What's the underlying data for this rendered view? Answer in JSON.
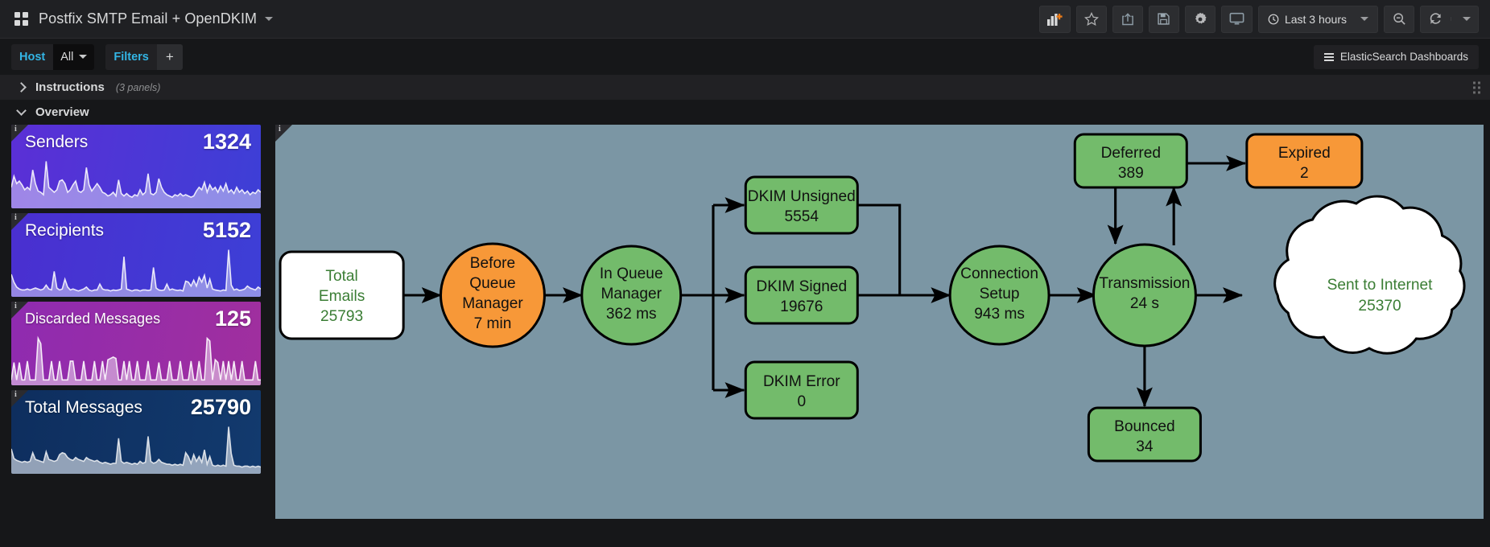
{
  "topnav": {
    "logo_icon": "grid-logo",
    "title": "Postfix SMTP Email + OpenDKIM",
    "title_caret": "▾",
    "buttons": [
      {
        "name": "add-panel-button",
        "icon": "bar-chart-plus-icon",
        "label": ""
      },
      {
        "name": "star-button",
        "icon": "star-icon",
        "label": ""
      },
      {
        "name": "share-button",
        "icon": "share-icon",
        "label": ""
      },
      {
        "name": "save-button",
        "icon": "save-disk-icon",
        "label": ""
      },
      {
        "name": "settings-button",
        "icon": "gear-icon",
        "label": ""
      },
      {
        "name": "tv-mode-button",
        "icon": "monitor-icon",
        "label": ""
      }
    ],
    "time_picker": {
      "icon": "clock-icon",
      "label": "Last 3 hours",
      "caret": "▾"
    },
    "zoom_out_icon": "magnifier-minus-icon",
    "refresh_icon": "refresh-icon",
    "refresh_caret": "▾"
  },
  "subnav": {
    "variable": {
      "label": "Host",
      "value": "All",
      "caret": "▾"
    },
    "filters": {
      "label": "Filters",
      "add": "+"
    },
    "elastic_link": {
      "icon": "hamburger-icon",
      "label": "ElasticSearch Dashboards"
    }
  },
  "rows": [
    {
      "title": "Instructions",
      "meta": "(3 panels)",
      "collapsed": true
    },
    {
      "title": "Overview",
      "meta": "",
      "collapsed": false
    }
  ],
  "stat_panels": [
    {
      "name": "Senders",
      "value": "1324",
      "color_from": "#5b2fd6",
      "color_to": "#3d3fd6",
      "spark_fill": "rgba(255,255,255,0.42)",
      "spark_stroke": "rgba(255,255,255,0.85)",
      "spark": [
        34,
        52,
        40,
        44,
        38,
        30,
        34,
        30,
        62,
        40,
        28,
        26,
        22,
        76,
        34,
        30,
        26,
        30,
        44,
        46,
        40,
        26,
        30,
        38,
        44,
        28,
        26,
        30,
        66,
        38,
        28,
        34,
        40,
        34,
        26,
        24,
        20,
        22,
        26,
        20,
        46,
        24,
        20,
        24,
        20,
        18,
        22,
        20,
        30,
        22,
        26,
        56,
        24,
        22,
        26,
        48,
        34,
        26,
        22,
        20,
        18,
        22,
        20,
        24,
        20,
        22,
        20,
        18,
        20,
        28,
        34,
        30,
        42,
        26,
        38,
        30,
        34,
        26,
        36,
        28,
        40,
        26,
        30,
        24,
        34,
        26,
        30,
        24,
        28,
        22,
        26,
        24,
        30,
        26
      ]
    },
    {
      "name": "Recipients",
      "value": "5152",
      "color_from": "#4a2fd0",
      "color_to": "#3d3fd6",
      "spark_fill": "rgba(255,255,255,0.42)",
      "spark_stroke": "rgba(255,255,255,0.85)",
      "spark": [
        46,
        30,
        20,
        16,
        14,
        14,
        16,
        14,
        16,
        18,
        16,
        14,
        16,
        24,
        16,
        14,
        52,
        18,
        14,
        16,
        36,
        20,
        14,
        16,
        14,
        12,
        14,
        16,
        20,
        14,
        12,
        14,
        14,
        26,
        16,
        14,
        14,
        12,
        14,
        13,
        14,
        16,
        82,
        16,
        14,
        12,
        14,
        14,
        12,
        14,
        14,
        13,
        14,
        60,
        18,
        14,
        13,
        14,
        26,
        14,
        16,
        14,
        13,
        14,
        12,
        32,
        30,
        22,
        34,
        22,
        40,
        30,
        44,
        18,
        36,
        16,
        14,
        13,
        12,
        14,
        13,
        96,
        24,
        14,
        16,
        13,
        14,
        16,
        22,
        18,
        16,
        14,
        20,
        16
      ]
    },
    {
      "name": "Discarded Messages",
      "value": "125",
      "color_from": "#8f2bb0",
      "color_to": "#a02f9e",
      "spark_fill": "rgba(255,255,255,0.45)",
      "spark_stroke": "rgba(255,255,255,0.88)",
      "spark": [
        8,
        34,
        8,
        34,
        8,
        8,
        36,
        8,
        8,
        8,
        70,
        62,
        8,
        8,
        8,
        36,
        8,
        8,
        36,
        8,
        8,
        8,
        36,
        36,
        8,
        8,
        8,
        36,
        8,
        8,
        8,
        36,
        8,
        8,
        36,
        8,
        38,
        40,
        42,
        40,
        8,
        8,
        36,
        8,
        36,
        8,
        8,
        36,
        8,
        8,
        8,
        36,
        8,
        8,
        8,
        34,
        8,
        8,
        8,
        36,
        8,
        8,
        8,
        36,
        8,
        8,
        8,
        36,
        8,
        8,
        36,
        8,
        8,
        70,
        66,
        8,
        38,
        34,
        8,
        36,
        8,
        36,
        8,
        36,
        8,
        8,
        36,
        8,
        8,
        8,
        8,
        36,
        8,
        8
      ]
    },
    {
      "name": "Total Messages",
      "value": "25790",
      "color_from": "#0e2e5e",
      "color_to": "#123a6e",
      "spark_fill": "rgba(255,255,255,0.55)",
      "spark_stroke": "rgba(255,255,255,0.78)",
      "spark": [
        52,
        32,
        28,
        26,
        24,
        26,
        24,
        26,
        44,
        30,
        28,
        26,
        24,
        46,
        30,
        28,
        26,
        28,
        40,
        44,
        42,
        34,
        30,
        28,
        34,
        30,
        28,
        26,
        34,
        30,
        28,
        26,
        28,
        24,
        22,
        24,
        22,
        20,
        22,
        22,
        74,
        26,
        22,
        24,
        22,
        20,
        22,
        20,
        26,
        22,
        24,
        78,
        26,
        22,
        24,
        30,
        24,
        22,
        20,
        20,
        18,
        20,
        18,
        20,
        18,
        44,
        36,
        22,
        40,
        26,
        36,
        24,
        50,
        20,
        36,
        18,
        16,
        18,
        16,
        18,
        16,
        98,
        42,
        18,
        16,
        16,
        14,
        16,
        16,
        14,
        16,
        14,
        16,
        14
      ]
    }
  ],
  "diagram": {
    "background": "#7b96a4",
    "node_green": "#73bb6b",
    "node_orange": "#f79838",
    "node_white": "#ffffff",
    "text_green": "#3a7d34",
    "nodes": [
      {
        "id": "total-emails",
        "shape": "rounded-rect",
        "fill": "white",
        "lines": [
          "Total",
          "Emails",
          "25793"
        ],
        "text_color": "green"
      },
      {
        "id": "before-queue",
        "shape": "circle",
        "fill": "orange",
        "lines": [
          "Before",
          "Queue",
          "Manager",
          "7 min"
        ],
        "text_color": "black"
      },
      {
        "id": "in-queue-manager",
        "shape": "circle",
        "fill": "green",
        "lines": [
          "In Queue",
          "Manager",
          "362 ms"
        ],
        "text_color": "black"
      },
      {
        "id": "dkim-unsigned",
        "shape": "rounded-rect",
        "fill": "green",
        "lines": [
          "DKIM Unsigned",
          "5554"
        ],
        "text_color": "black"
      },
      {
        "id": "dkim-signed",
        "shape": "rounded-rect",
        "fill": "green",
        "lines": [
          "DKIM Signed",
          "19676"
        ],
        "text_color": "black"
      },
      {
        "id": "dkim-error",
        "shape": "rounded-rect",
        "fill": "green",
        "lines": [
          "DKIM Error",
          "0"
        ],
        "text_color": "black"
      },
      {
        "id": "connection-setup",
        "shape": "circle",
        "fill": "green",
        "lines": [
          "Connection",
          "Setup",
          "943 ms"
        ],
        "text_color": "black"
      },
      {
        "id": "transmission",
        "shape": "circle",
        "fill": "green",
        "lines": [
          "Transmission",
          "24 s"
        ],
        "text_color": "black"
      },
      {
        "id": "deferred",
        "shape": "rounded-rect",
        "fill": "green",
        "lines": [
          "Deferred",
          "389"
        ],
        "text_color": "black"
      },
      {
        "id": "expired",
        "shape": "rounded-rect",
        "fill": "orange",
        "lines": [
          "Expired",
          "2"
        ],
        "text_color": "black"
      },
      {
        "id": "bounced",
        "shape": "rounded-rect",
        "fill": "green",
        "lines": [
          "Bounced",
          "34"
        ],
        "text_color": "black"
      },
      {
        "id": "sent-to-internet",
        "shape": "cloud",
        "fill": "white",
        "lines": [
          "Sent to Internet",
          "25370"
        ],
        "text_color": "green"
      }
    ],
    "labels": {
      "total_emails_l1": "Total",
      "total_emails_l2": "Emails",
      "total_emails_l3": "25793",
      "before_queue_l1": "Before",
      "before_queue_l2": "Queue",
      "before_queue_l3": "Manager",
      "before_queue_l4": "7 min",
      "in_queue_l1": "In Queue",
      "in_queue_l2": "Manager",
      "in_queue_l3": "362 ms",
      "dkim_unsigned_l1": "DKIM Unsigned",
      "dkim_unsigned_l2": "5554",
      "dkim_signed_l1": "DKIM Signed",
      "dkim_signed_l2": "19676",
      "dkim_error_l1": "DKIM Error",
      "dkim_error_l2": "0",
      "conn_setup_l1": "Connection",
      "conn_setup_l2": "Setup",
      "conn_setup_l3": "943 ms",
      "transmission_l1": "Transmission",
      "transmission_l2": "24 s",
      "deferred_l1": "Deferred",
      "deferred_l2": "389",
      "expired_l1": "Expired",
      "expired_l2": "2",
      "bounced_l1": "Bounced",
      "bounced_l2": "34",
      "sent_l1": "Sent to Internet",
      "sent_l2": "25370"
    }
  }
}
